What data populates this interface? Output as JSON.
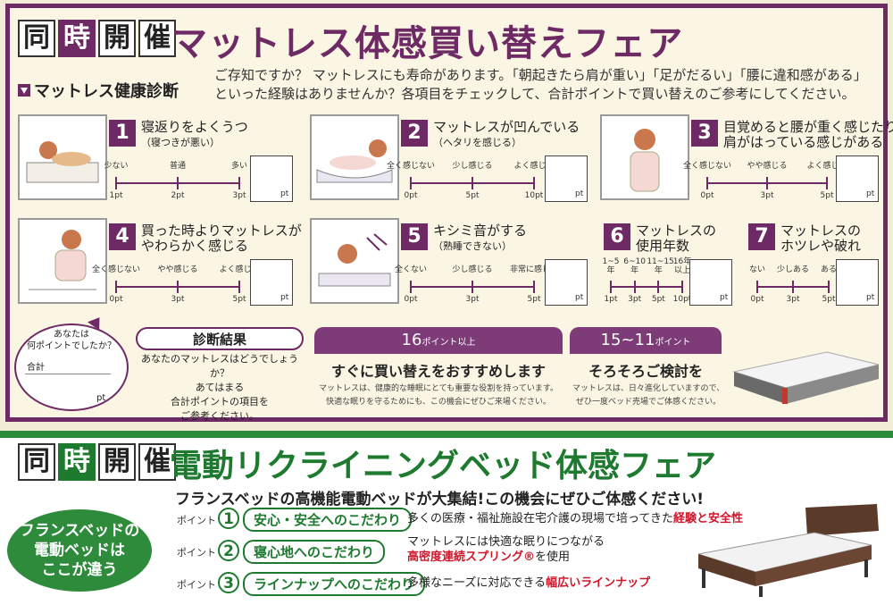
{
  "mattress": {
    "badge": [
      "同",
      "時",
      "開",
      "催"
    ],
    "title": "マットレス体感買い替えフェア",
    "section": "マットレス健康診断",
    "intro": [
      "ご存知ですか？ マットレスにも寿命があります。「朝起きたら肩が重い」「足がだるい」「腰に違和感がある」",
      "といった経験はありませんか？各項目をチェックして、合計ポイントで買い替えのご参考にしてください。"
    ],
    "questions": [
      {
        "n": "1",
        "title": "寝返りをよくうつ",
        "sub": "（寝つきが悪い）",
        "labels": [
          "少ない",
          "普通",
          "多い"
        ],
        "points": [
          "1pt",
          "2pt",
          "3pt"
        ]
      },
      {
        "n": "2",
        "title": "マットレスが凹んでいる",
        "sub": "（ヘタリを感じる）",
        "labels": [
          "全く感じない",
          "少し感じる",
          "よく感じる"
        ],
        "points": [
          "0pt",
          "5pt",
          "10pt"
        ]
      },
      {
        "n": "3",
        "title": "目覚めると腰が重く感じたり",
        "title2": "肩がはっている感じがある",
        "labels": [
          "全く感じない",
          "やや感じる",
          "よく感じる"
        ],
        "points": [
          "0pt",
          "3pt",
          "5pt"
        ]
      },
      {
        "n": "4",
        "title": "買った時よりマットレスが",
        "title2": "やわらかく感じる",
        "labels": [
          "全く感じない",
          "やや感じる",
          "よく感じる"
        ],
        "points": [
          "0pt",
          "3pt",
          "5pt"
        ]
      },
      {
        "n": "5",
        "title": "キシミ音がする",
        "sub": "（熟睡できない）",
        "labels": [
          "全くない",
          "少し感じる",
          "非常に感じる"
        ],
        "points": [
          "0pt",
          "3pt",
          "5pt"
        ]
      },
      {
        "n": "6",
        "title": "マットレスの",
        "title2": "使用年数",
        "labels": [
          "1~5年",
          "6~10年",
          "11~15年",
          "16年以上"
        ],
        "points": [
          "1pt",
          "3pt",
          "5pt",
          "10pt"
        ]
      },
      {
        "n": "7",
        "title": "マットレスの",
        "title2": "ホツレや破れ",
        "labels": [
          "ない",
          "少しある",
          "ある"
        ],
        "points": [
          "0pt",
          "3pt",
          "5pt"
        ]
      }
    ],
    "box_unit": "pt",
    "total": {
      "q1": "あなたは",
      "q2": "何ポイントでしたか？",
      "label": "合計",
      "unit": "pt"
    },
    "result": {
      "heading": "診断結果",
      "l1": "あなたのマットレスはどうでしょうか？",
      "l2": "あてはまる",
      "l3": "合計ポイントの項目を",
      "l4": "ご参考ください。"
    },
    "r16": {
      "range": "16",
      "suffix": "ポイント以上",
      "headline": "すぐに買い替えをおすすめします",
      "note1": "マットレスは、健康的な睡眠にとても重要な役割を持っています。",
      "note2": "快適な眠りを守るためにも、この機会にぜひご来場ください。"
    },
    "r15": {
      "range": "15~11",
      "suffix": "ポイント",
      "headline": "そろそろご検討を",
      "note1": "マットレスは、日々進化していますので、",
      "note2": "ぜひ一度ベッド売場でご体感ください。"
    }
  },
  "bed": {
    "badge": [
      "同",
      "時",
      "開",
      "催"
    ],
    "title": "電動リクライニングベッド体感フェア",
    "intro": "フランスベッドの高機能電動ベッドが大集結!この機会にぜひご体感ください!",
    "circle": [
      "フランスベッドの",
      "電動ベッドは",
      "ここが違う"
    ],
    "point_label": "ポイント",
    "points": [
      {
        "n": "1",
        "tag": "安心・安全へのこだわり",
        "d1": "多くの医療・福祉施設在宅介護の現場で培ってきた",
        "d1r": "経験と安全性"
      },
      {
        "n": "2",
        "tag": "寝心地へのこだわり",
        "d1": "マットレスには快適な眠りにつながる",
        "d2r": "高密度連続スプリング®",
        "d2": "を使用"
      },
      {
        "n": "3",
        "tag": "ラインナップへのこだわり",
        "d1": "多様なニーズに対応できる",
        "d1r": "幅広いラインナップ"
      }
    ]
  },
  "colors": {
    "purple": "#6e2a65",
    "green": "#1d7a2f",
    "red": "#d0162a"
  }
}
